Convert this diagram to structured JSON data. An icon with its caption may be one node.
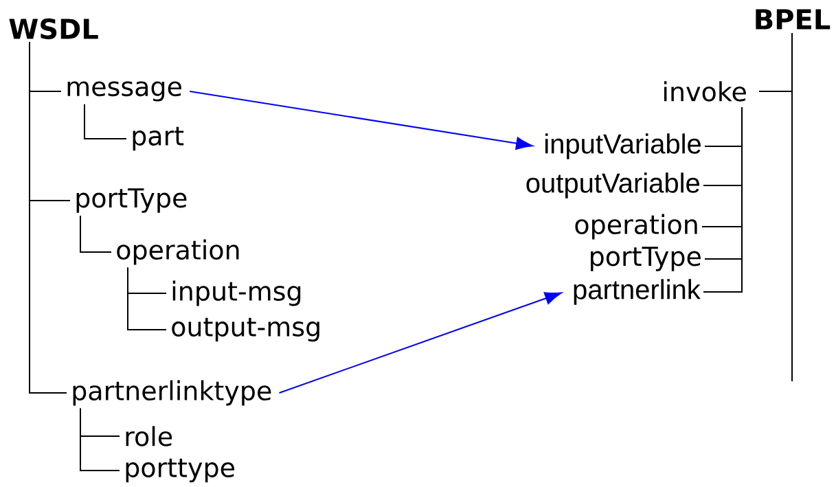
{
  "diagram": {
    "nodes": [
      {
        "text": [
          "WSDL"
        ]
      },
      {
        "text": [
          "message"
        ]
      },
      {
        "text": [
          "part"
        ]
      },
      {
        "text": [
          "portType"
        ]
      },
      {
        "text": [
          "operation"
        ]
      },
      {
        "text": [
          "input-msg"
        ]
      },
      {
        "text": [
          "output-msg"
        ]
      },
      {
        "text": [
          "partnerlinktype"
        ]
      },
      {
        "text": [
          "role"
        ]
      },
      {
        "text": [
          "porttype"
        ]
      },
      {
        "text": [
          "BPEL"
        ]
      },
      {
        "text": [
          "invoke"
        ]
      },
      {
        "text": [
          "inputVariable"
        ]
      },
      {
        "text": [
          "outputVariable"
        ]
      },
      {
        "text": [
          "operation"
        ]
      },
      {
        "text": [
          "portType"
        ]
      },
      {
        "text": [
          "partnerlink"
        ]
      }
    ],
    "edges": [
      {
        "from": 0,
        "to": 1,
        "arrow": "none"
      },
      {
        "from": 0,
        "to": 3,
        "arrow": "none"
      },
      {
        "from": 0,
        "to": 7,
        "arrow": "none"
      },
      {
        "from": 1,
        "to": 2,
        "arrow": "none"
      },
      {
        "from": 3,
        "to": 4,
        "arrow": "none"
      },
      {
        "from": 4,
        "to": 5,
        "arrow": "none"
      },
      {
        "from": 4,
        "to": 6,
        "arrow": "none"
      },
      {
        "from": 7,
        "to": 8,
        "arrow": "none"
      },
      {
        "from": 7,
        "to": 9,
        "arrow": "none"
      },
      {
        "from": 10,
        "to": 11,
        "arrow": "none"
      },
      {
        "from": 11,
        "to": 12,
        "arrow": "none"
      },
      {
        "from": 11,
        "to": 13,
        "arrow": "none"
      },
      {
        "from": 11,
        "to": 14,
        "arrow": "none"
      },
      {
        "from": 11,
        "to": 15,
        "arrow": "none"
      },
      {
        "from": 11,
        "to": 16,
        "arrow": "none"
      },
      {
        "from": 1,
        "to": 12,
        "arrow": "to",
        "color": "#0000ff"
      },
      {
        "from": 7,
        "to": 16,
        "arrow": "to",
        "color": "#0000ff"
      }
    ]
  }
}
